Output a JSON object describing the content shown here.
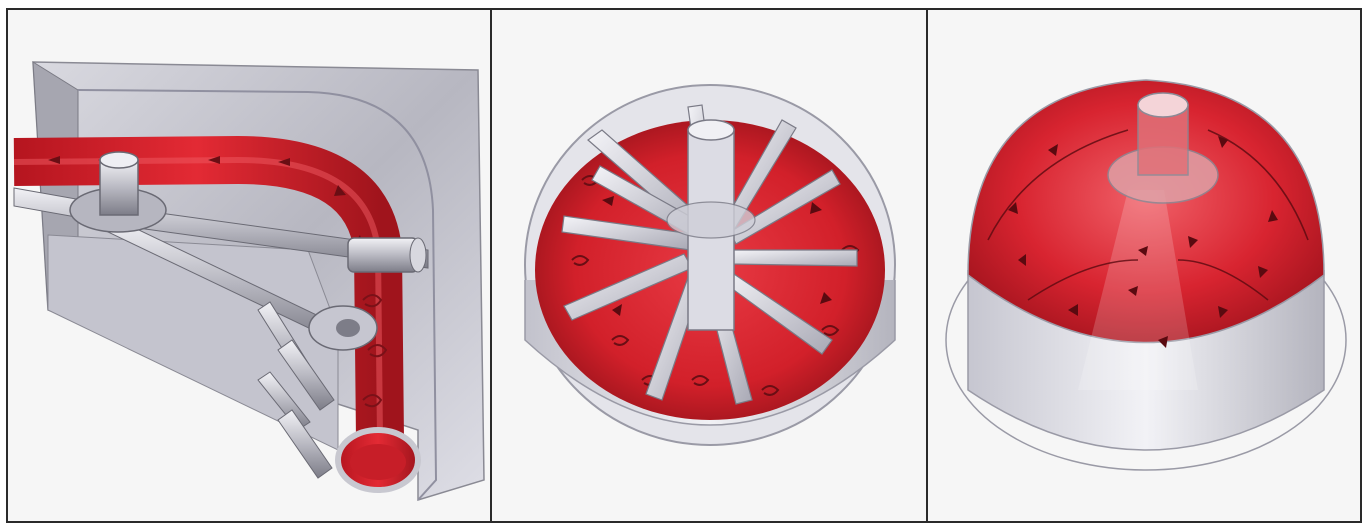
{
  "figure": {
    "panels": [
      {
        "id": "pipe-bend",
        "description_icon": "pipe-bend-with-rollers-icon"
      },
      {
        "id": "impeller-disk",
        "description_icon": "impeller-with-blades-icon"
      },
      {
        "id": "cone-dome",
        "description_icon": "cone-with-flow-arrows-icon"
      }
    ],
    "colors": {
      "flow_red": "#d8202c",
      "flow_red_dark": "#9a1a20",
      "metal": "#c8c8d0",
      "metal_dark": "#8a8a94",
      "metal_light": "#ececf2",
      "border": "#2a2a2a"
    }
  }
}
